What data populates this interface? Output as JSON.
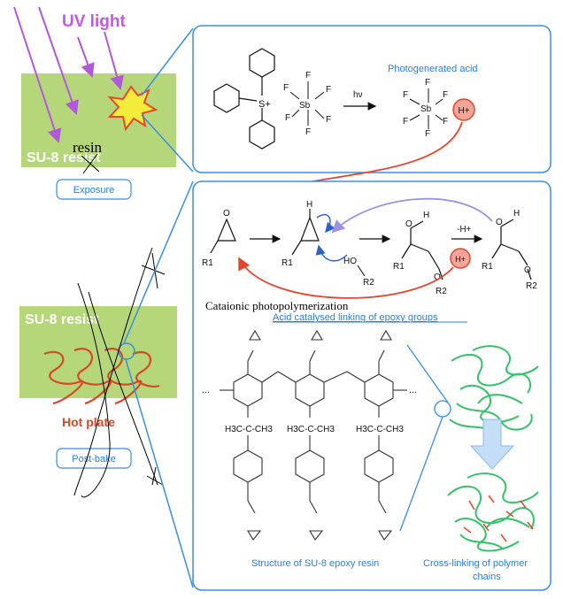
{
  "left": {
    "uv_label": "UV light",
    "resist_top": "SU-8 resist",
    "resin_handwritten": "resin",
    "exposure_label": "Exposure",
    "resist_bottom": "SU-8 resist",
    "hot_plate": "Hot plate",
    "postbake_label": "Post-bake"
  },
  "top_panel": {
    "hv": "hν",
    "photo_acid_title": "Photogenerated acid",
    "h_plus": "H+",
    "s_plus": "S+",
    "sb": "Sb",
    "f": "F"
  },
  "mechanism": {
    "minus_h": "-H+",
    "h": "H",
    "o": "O",
    "r1": "R1",
    "r2": "R2",
    "ho": "HO",
    "handwritten_caption": "Cataionic photopolymerization",
    "caption": "Acid catalysed linking of epoxy groups"
  },
  "structure": {
    "h3c_ch3": "H3C-C-CH3",
    "ellipsis": "...",
    "caption": "Structure of SU-8 epoxy resin"
  },
  "crosslink": {
    "caption_line1": "Cross-linking of polymer",
    "caption_line2": "chains"
  },
  "colors": {
    "resist_green": "#b5d77a",
    "panel_blue": "#3b8ee0",
    "uv_purple": "#c15adf",
    "hot_red": "#d9472b",
    "proton_pink": "#f2a59a",
    "polymer_green": "#35c06a"
  }
}
